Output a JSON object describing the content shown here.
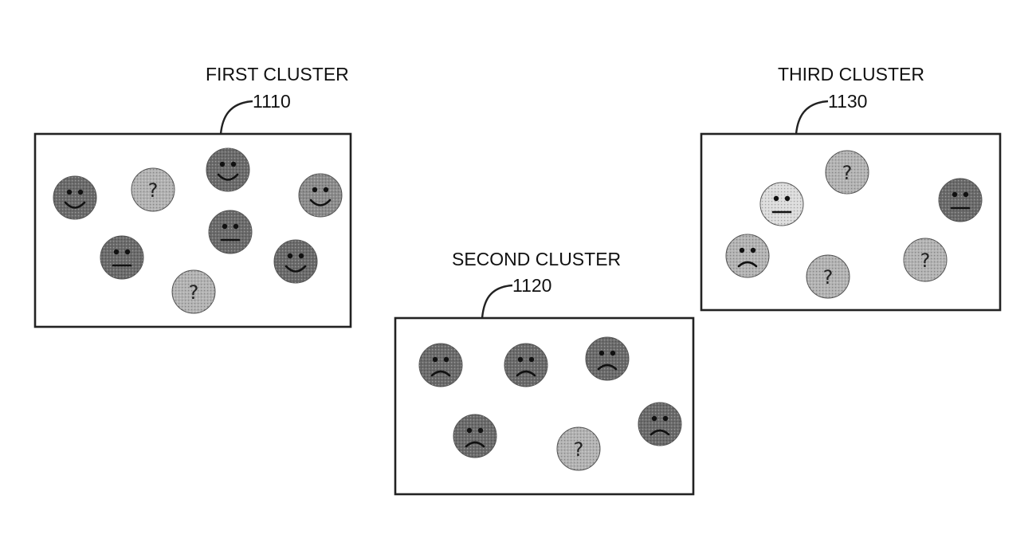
{
  "clusters": [
    {
      "label": "FIRST CLUSTER",
      "ref": "1110",
      "items": [
        {
          "face": "happy",
          "tone": "dark"
        },
        {
          "face": "unknown",
          "tone": "light"
        },
        {
          "face": "happy",
          "tone": "dark"
        },
        {
          "face": "happy",
          "tone": "medium"
        },
        {
          "face": "neutral",
          "tone": "dark"
        },
        {
          "face": "neutral",
          "tone": "dark"
        },
        {
          "face": "happy",
          "tone": "dark"
        },
        {
          "face": "unknown",
          "tone": "light"
        }
      ]
    },
    {
      "label": "SECOND CLUSTER",
      "ref": "1120",
      "items": [
        {
          "face": "sad",
          "tone": "dark"
        },
        {
          "face": "sad",
          "tone": "dark"
        },
        {
          "face": "sad",
          "tone": "dark"
        },
        {
          "face": "sad",
          "tone": "dark"
        },
        {
          "face": "unknown",
          "tone": "light"
        },
        {
          "face": "sad",
          "tone": "dark"
        }
      ]
    },
    {
      "label": "THIRD CLUSTER",
      "ref": "1130",
      "items": [
        {
          "face": "unknown",
          "tone": "light"
        },
        {
          "face": "neutral",
          "tone": "lightest"
        },
        {
          "face": "neutral",
          "tone": "dark"
        },
        {
          "face": "sad",
          "tone": "light"
        },
        {
          "face": "unknown",
          "tone": "light"
        },
        {
          "face": "unknown",
          "tone": "light"
        }
      ]
    }
  ],
  "unknown_symbol": "?",
  "colors": {
    "dark": "#6b6b6b",
    "medium": "#8c8c8c",
    "light": "#b3b3b3",
    "lightest": "#dcdcdc",
    "outline": "#222222"
  }
}
